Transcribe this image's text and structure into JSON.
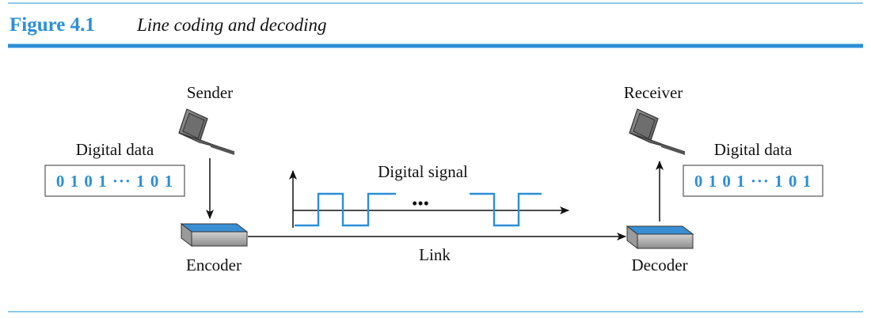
{
  "figure": {
    "number": "Figure 4.1",
    "title": "Line coding and decoding"
  },
  "sender": {
    "label": "Sender",
    "data_label": "Digital data",
    "bits": "0 1 0 1 ··· 1 0 1"
  },
  "receiver": {
    "label": "Receiver",
    "data_label": "Digital data",
    "bits": "0 1 0 1 ··· 1 0 1"
  },
  "encoder": {
    "label": "Encoder"
  },
  "decoder": {
    "label": "Decoder"
  },
  "link": {
    "label": "Link"
  },
  "signal": {
    "label": "Digital signal",
    "ellipsis": "•••"
  },
  "icons": [
    "laptop-icon",
    "laptop-icon"
  ],
  "colors": {
    "accent": "#2b8fd6",
    "rule": "#8ec9ea",
    "box_top": "#3a8fd4"
  }
}
